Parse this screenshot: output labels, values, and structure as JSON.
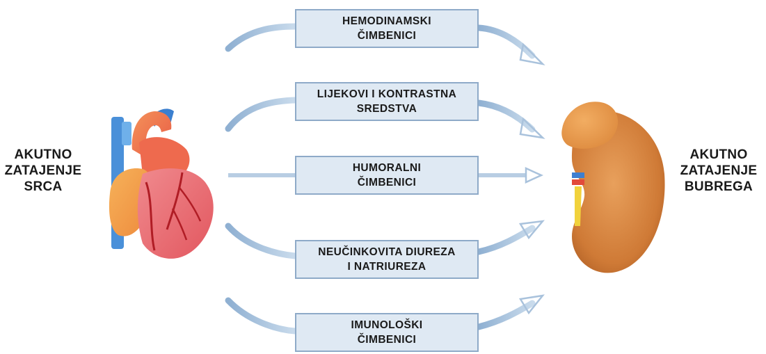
{
  "left_label": "AKUTNO\nZATAJENJE\nSRCA",
  "right_label": "AKUTNO\nZATAJENJE\nBUBREGA",
  "factors": [
    {
      "label": "HEMODINAMSKI\nČIMBENICI"
    },
    {
      "label": "LIJEKOVI I KONTRASTNA\nSREDSTVA"
    },
    {
      "label": "HUMORALNI\nČIMBENICI"
    },
    {
      "label": "NEUČINKOVITA DIUREZA\nI NATRIUREZA"
    },
    {
      "label": "IMUNOLOŠKI\nČIMBENICI"
    }
  ],
  "colors": {
    "box_fill": "#dfe9f3",
    "box_border": "#8eaac8",
    "arrow": "#a9c2dc",
    "heart": "#e8636b",
    "kidney": "#d4833e",
    "vessel": "#4a90d9"
  }
}
